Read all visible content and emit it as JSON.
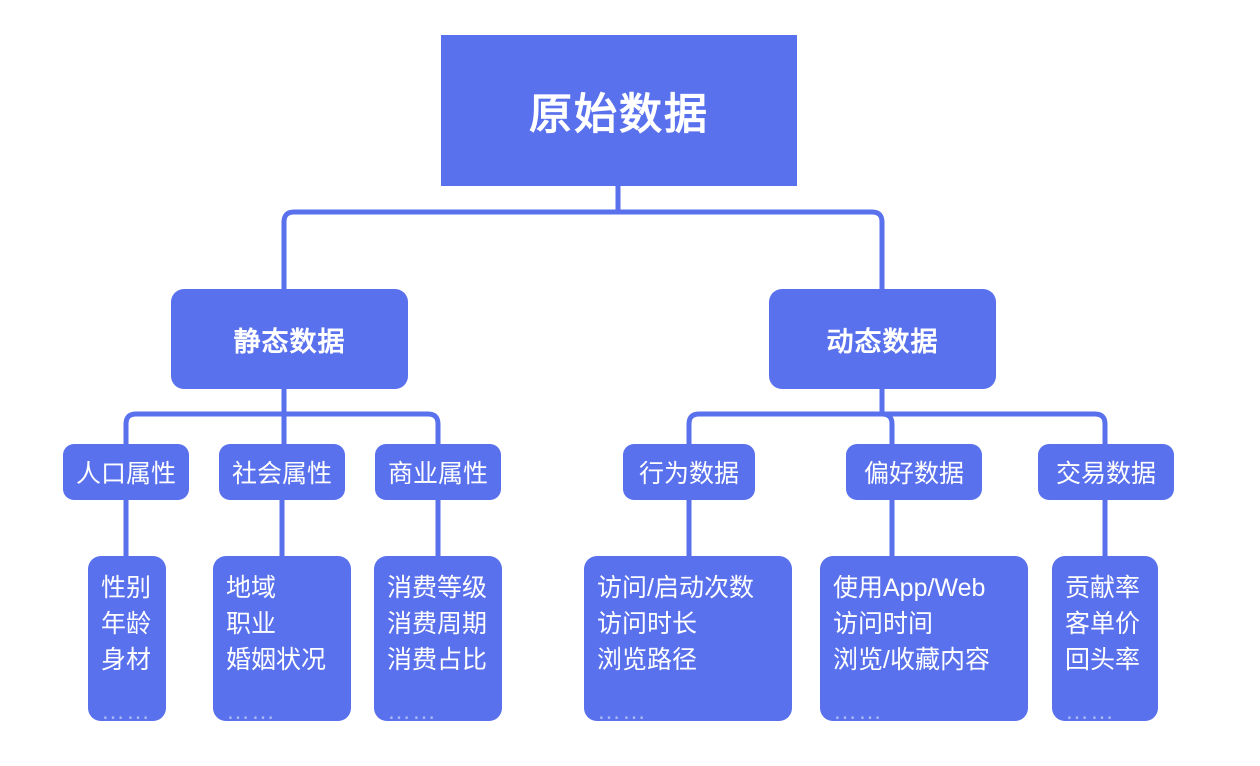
{
  "diagram": {
    "title": "原始数据",
    "accent_color": "#5a71ee",
    "connector_color": "#5a71ee",
    "text_color": "#ffffff",
    "ellipsis_color": "#aab7f3",
    "background": "#ffffff",
    "ellipsis": "……",
    "root": {
      "label": "原始数据"
    },
    "branches": [
      {
        "label": "静态数据",
        "children": [
          {
            "label": "人口属性",
            "items": [
              "性别",
              "年龄",
              "身材"
            ],
            "ellipsis": "……"
          },
          {
            "label": "社会属性",
            "items": [
              "地域",
              "职业",
              "婚姻状况"
            ],
            "ellipsis": "……"
          },
          {
            "label": "商业属性",
            "items": [
              "消费等级",
              "消费周期",
              "消费占比"
            ],
            "ellipsis": "……"
          }
        ]
      },
      {
        "label": "动态数据",
        "children": [
          {
            "label": "行为数据",
            "items": [
              "访问/启动次数",
              "访问时长",
              "浏览路径"
            ],
            "ellipsis": "……"
          },
          {
            "label": "偏好数据",
            "items": [
              "使用App/Web",
              "访问时间",
              "浏览/收藏内容"
            ],
            "ellipsis": "……"
          },
          {
            "label": "交易数据",
            "items": [
              "贡献率",
              "客单价",
              "回头率"
            ],
            "ellipsis": "……"
          }
        ]
      }
    ]
  }
}
